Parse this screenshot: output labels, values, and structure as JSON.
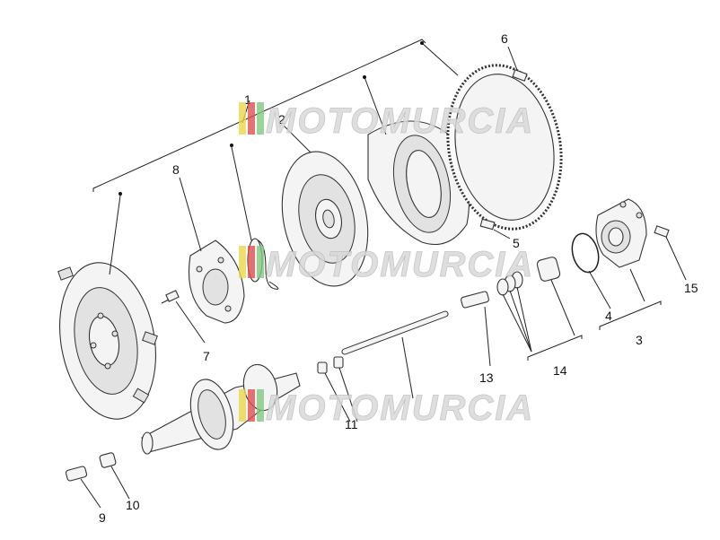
{
  "watermark": {
    "text": "MOTOMURCIA"
  },
  "callouts": [
    {
      "id": "1",
      "text": "1"
    },
    {
      "id": "2",
      "text": "2"
    },
    {
      "id": "3",
      "text": "3"
    },
    {
      "id": "4",
      "text": "4"
    },
    {
      "id": "5",
      "text": "5"
    },
    {
      "id": "6",
      "text": "6"
    },
    {
      "id": "7",
      "text": "7"
    },
    {
      "id": "8",
      "text": "8"
    },
    {
      "id": "9",
      "text": "9"
    },
    {
      "id": "10",
      "text": "10"
    },
    {
      "id": "11",
      "text": "11"
    },
    {
      "id": "13",
      "text": "13"
    },
    {
      "id": "14",
      "text": "14"
    },
    {
      "id": "15",
      "text": "15"
    }
  ],
  "colors": {
    "line": "#222222",
    "watermark_red": "#e05050",
    "watermark_yellow": "#e8d84a",
    "watermark_green": "#7fc97f"
  }
}
